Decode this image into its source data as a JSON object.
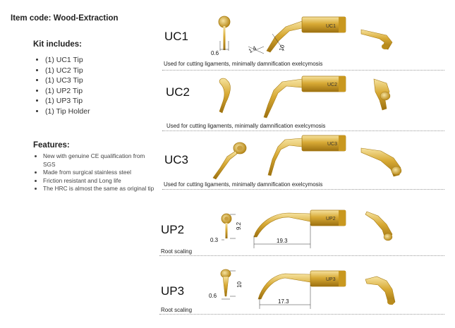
{
  "item_code": "Item code: Wood-Extraction",
  "kit": {
    "title": "Kit includes:",
    "items": [
      "(1) UC1 Tip",
      "(1) UC2 Tip",
      "(1) UC3 Tip",
      "(1) UP2 Tip",
      "(1) UP3 Tip",
      "(1) Tip Holder"
    ]
  },
  "features": {
    "title": "Features:",
    "items": [
      "New with genuine CE qualification from SGS",
      "Made from surgical stainless steel",
      "Friction resistant and Long life",
      "The HRC is almost the same as original tip"
    ]
  },
  "tips": [
    {
      "name": "UC1",
      "desc": "Used for cutting ligaments, minimally damnification exelcymosis",
      "handpiece_label": "UC1",
      "dims": [
        "0.6",
        "1.4",
        "10"
      ]
    },
    {
      "name": "UC2",
      "desc": "Used for cutting ligaments, minimally damnification exelcymosis",
      "handpiece_label": "UC2"
    },
    {
      "name": "UC3",
      "desc": "Used for cutting ligaments, minimally damnification exelcymosis",
      "handpiece_label": "UC3"
    },
    {
      "name": "UP2",
      "desc": "Root scaling",
      "handpiece_label": "UP2",
      "dims": [
        "0.3",
        "9.2",
        "19.3"
      ]
    },
    {
      "name": "UP3",
      "desc": "Root scaling",
      "handpiece_label": "UP3",
      "dims": [
        "0.6",
        "10",
        "17.3"
      ]
    }
  ],
  "colors": {
    "gold": "#d4a52a",
    "gold_dark": "#a77a10",
    "gold_light": "#f2d98a"
  }
}
